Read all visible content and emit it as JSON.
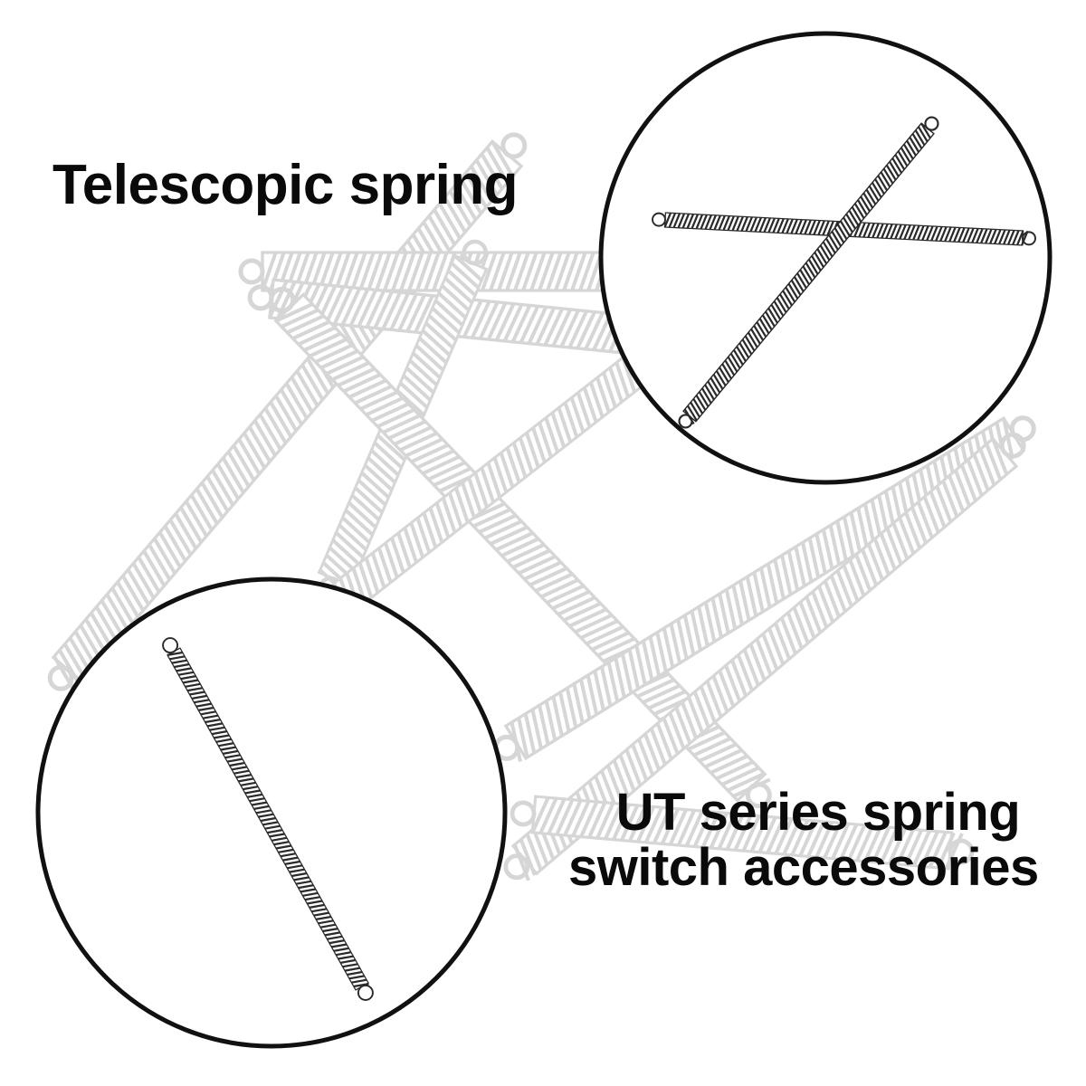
{
  "captions": {
    "top": "Telescopic spring",
    "bottom_line1": "UT series spring",
    "bottom_line2": "switch accessories"
  },
  "colors": {
    "background": "#ffffff",
    "faded_spring": "#d6d6d6",
    "dark_spring": "#2a2a2a",
    "circle_outline": "#111111",
    "text": "#0a0a0a"
  },
  "icons": [
    "telescopic-spring-icon",
    "ut-series-spring-icon",
    "faded-spring-icon"
  ]
}
